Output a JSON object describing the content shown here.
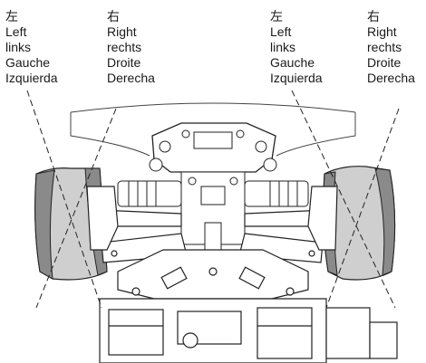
{
  "labels": {
    "outer_left": {
      "lines": [
        "左",
        "Left",
        "links",
        "Gauche",
        "Izquierda"
      ]
    },
    "outer_right": {
      "lines": [
        "右",
        "Right",
        "rechts",
        "Droite",
        "Derecha"
      ]
    },
    "inner_left": {
      "lines": [
        "左",
        "Left",
        "links",
        "Gauche",
        "Izquierda"
      ]
    },
    "inner_right": {
      "lines": [
        "右",
        "Right",
        "rechts",
        "Droite",
        "Derecha"
      ]
    }
  },
  "colors": {
    "line": "#222222",
    "tire_light": "#cfcfcf",
    "tire_dark": "#8a8a8a",
    "body": "#ffffff"
  }
}
